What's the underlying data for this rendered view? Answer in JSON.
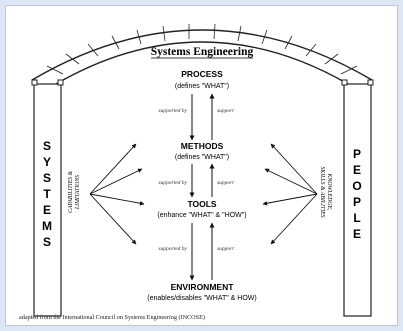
{
  "diagram": {
    "title": "Systems Engineering",
    "process": {
      "label": "PROCESS",
      "sub": "(defines \"WHAT\")"
    },
    "methods": {
      "label": "METHODS",
      "sub": "(defines \"WHAT\")"
    },
    "tools": {
      "label": "TOOLS",
      "sub": "(enhance \"WHAT\" & \"HOW\")"
    },
    "environment": {
      "label": "ENVIRONMENT",
      "sub": "(enables/disables \"WHAT\" & HOW)"
    },
    "links": {
      "supported_by_1": "supported by",
      "support_1": "support",
      "supported_by_2": "supported by",
      "support_2": "support",
      "supported_by_3": "supported by",
      "support_3": "support"
    },
    "left_pillar": {
      "letters": [
        "S",
        "Y",
        "S",
        "T",
        "E",
        "M",
        "S"
      ]
    },
    "right_pillar": {
      "letters": [
        "P",
        "E",
        "O",
        "P",
        "L",
        "E"
      ]
    },
    "left_annotation": {
      "line1": "CAPABILITIES &",
      "line2": "LIMITATIONS"
    },
    "right_annotation": {
      "line1": "KNOWLEDGE,",
      "line2": "SKILLS & ABILITIES"
    },
    "caption": "adapted from the International Council on Systems Engineering (INCOSE)"
  }
}
